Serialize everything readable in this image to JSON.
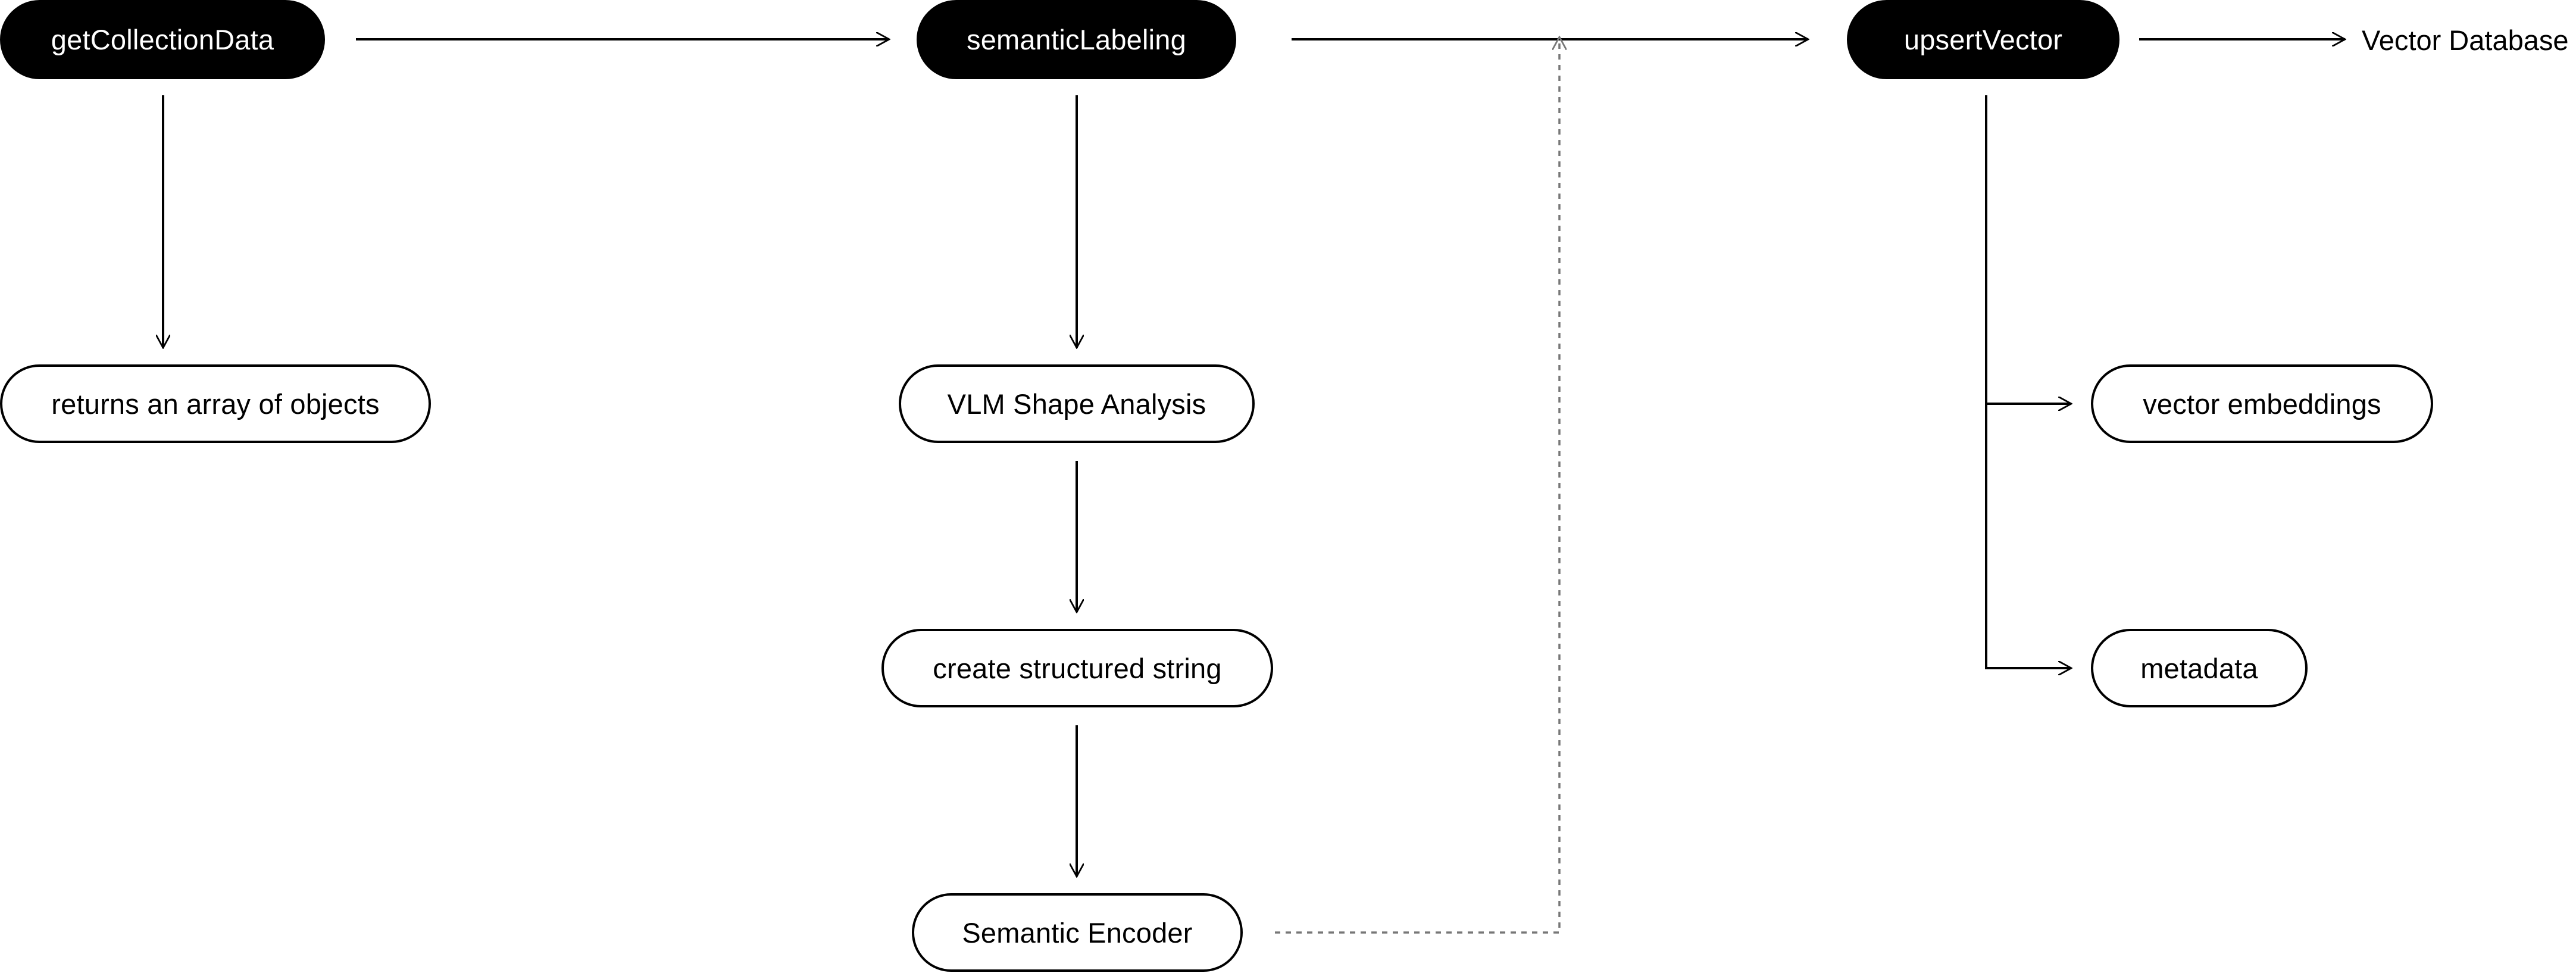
{
  "colors": {
    "ink": "#000000",
    "paper": "#ffffff",
    "dashed_connector": "#777777"
  },
  "nodes": {
    "get_collection_data": "getCollectionData",
    "semantic_labeling": "semanticLabeling",
    "upsert_vector": "upsertVector",
    "returns_array": "returns an array of objects",
    "vlm_shape_analysis": "VLM Shape Analysis",
    "create_structured_string": "create structured string",
    "semantic_encoder": "Semantic Encoder",
    "vector_embeddings": "vector embeddings",
    "metadata": "metadata"
  },
  "outputs": {
    "vector_database": "Vector Database"
  }
}
